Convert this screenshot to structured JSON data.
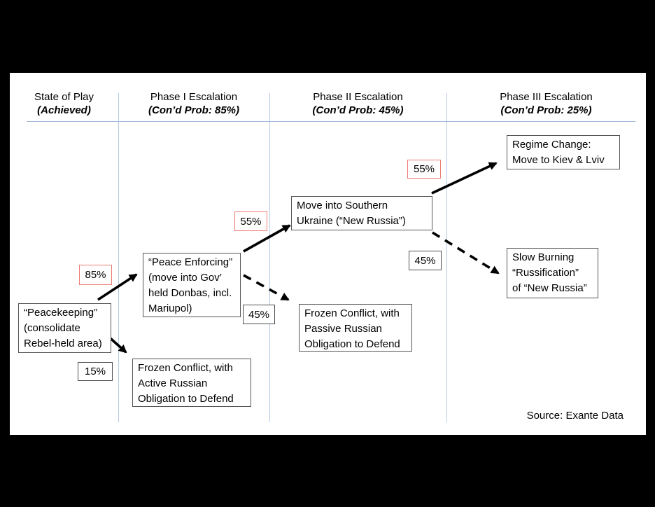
{
  "header": {
    "columns": [
      {
        "line1": "State of Play",
        "line2": "(Achieved)"
      },
      {
        "line1": "Phase I Escalation",
        "line2": "(Con’d Prob: 85%)"
      },
      {
        "line1": "Phase II Escalation",
        "line2": "(Con’d Prob: 45%)"
      },
      {
        "line1": "Phase III Escalation",
        "line2": "(Con’d Prob: 25%)"
      }
    ]
  },
  "boxes": {
    "peacekeeping": {
      "lines": [
        "“Peacekeeping”",
        "(consolidate",
        "Rebel-held area)"
      ]
    },
    "peace_enforcing": {
      "lines": [
        "“Peace Enforcing”",
        "(move into Gov’",
        "held Donbas, incl.",
        "Mariupol)"
      ]
    },
    "move_southern": {
      "lines": [
        "Move into Southern",
        "Ukraine (“New Russia”)"
      ]
    },
    "regime_change": {
      "lines": [
        "Regime Change:",
        "Move to Kiev & Lviv"
      ]
    },
    "slow_burning": {
      "lines": [
        "Slow Burning",
        "“Russification”",
        "of “New Russia”"
      ]
    },
    "frozen_passive": {
      "lines": [
        "Frozen Conflict, with",
        "Passive Russian",
        "Obligation to Defend"
      ]
    },
    "frozen_active": {
      "lines": [
        "Frozen Conflict, with",
        "Active Russian",
        "Obligation to Defend"
      ]
    }
  },
  "labels": {
    "p85": {
      "value": "85%",
      "style": "red"
    },
    "p15": {
      "value": "15%",
      "style": "black"
    },
    "p55_1": {
      "value": "55%",
      "style": "red"
    },
    "p45_1": {
      "value": "45%",
      "style": "black"
    },
    "p55_2": {
      "value": "55%",
      "style": "red"
    },
    "p45_2": {
      "value": "45%",
      "style": "black"
    }
  },
  "edges": [
    {
      "from": "peacekeeping",
      "to": "peace_enforcing",
      "probability": "85%",
      "style": "solid"
    },
    {
      "from": "peacekeeping",
      "to": "frozen_active",
      "probability": "15%",
      "style": "solid"
    },
    {
      "from": "peace_enforcing",
      "to": "move_southern",
      "probability": "55%",
      "style": "solid"
    },
    {
      "from": "peace_enforcing",
      "to": "frozen_passive",
      "probability": "45%",
      "style": "dashed"
    },
    {
      "from": "move_southern",
      "to": "regime_change",
      "probability": "55%",
      "style": "solid"
    },
    {
      "from": "move_southern",
      "to": "slow_burning",
      "probability": "45%",
      "style": "dashed"
    }
  ],
  "source": {
    "text": "Source: Exante Data"
  },
  "colors": {
    "background": "#000000",
    "panel": "#ffffff",
    "grid_line": "#b4c9e6",
    "box_border": "#555555",
    "red_label_border": "#ee7c72",
    "black_label_border": "#4d4d4d",
    "arrow": "#000000"
  }
}
